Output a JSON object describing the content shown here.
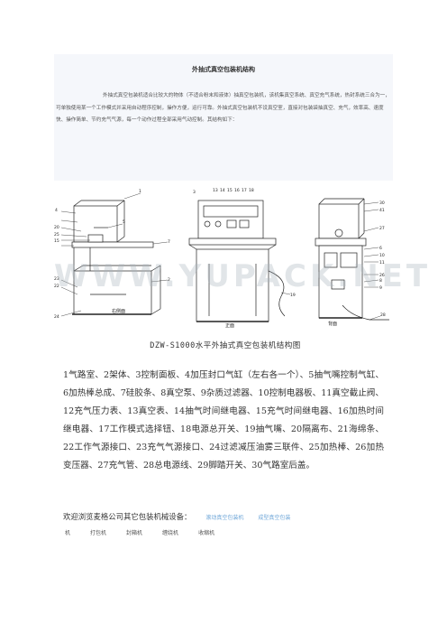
{
  "document": {
    "title": "外抽式真空包装机结构",
    "intro": "外抽式真空包装机适合比较大的物体（不适合粉末和液体）抽真空包装机，该机集真空系统、真空充气系统，热封系统三合为一，可单独使用某一个工作模式并采用自动程序控制，操作方便，运行可靠。外抽式真空包装机不设真空室，直接对包装袋抽真空、充气，效率高、速度快、操作简单、节约充气气源，每一个动作过程全部采用气动控制。其结构如下：",
    "watermark": "WWW.YUPACK.NET",
    "diagram_caption": "DZW-S1000水平外抽式真空包装机结构图",
    "parts_list": "1气路室、2架体、3控制面板、4加压封口气缸（左右各一个）、5抽气嘴控制气缸、6加热棒总成、7硅胶条、8真空泵、9杂质过滤器、10控制电器板、11真空截止阀、12充气压力表、13真空表、14抽气时间继电器、15充气时间继电器、16加热时间继电器、17工作模式选择钮、18电源总开关、19抽气嘴、20隔离布、21海绵条、22工作气源接口、23充气气源接口、24过滤减压油雾三联件、25加热棒、26加热变压器、27充气管、28总电源线、29脚踏开关、30气路室后盖。",
    "links_prefix": "欢迎浏览麦格公司其它包装机械设备：",
    "links_row1": [
      "滚动真空包装机",
      "成型真空包装"
    ],
    "links_row2": [
      "机",
      "打包机",
      "封箱机",
      "缠绕机",
      "收缩机"
    ]
  },
  "diagram": {
    "view_labels": [
      "右侧面",
      "正面",
      "背面"
    ],
    "callouts_left": [
      "1",
      "4",
      "5",
      "20",
      "25",
      "15",
      "7",
      "2",
      "23",
      "22",
      "24"
    ],
    "callouts_front_top": [
      "3",
      "13",
      "14",
      "15",
      "16",
      "17",
      "18"
    ],
    "callouts_front": [
      "19"
    ],
    "callouts_right": [
      "30",
      "41",
      "27",
      "6",
      "10",
      "11",
      "26",
      "8",
      "9",
      "28"
    ]
  }
}
